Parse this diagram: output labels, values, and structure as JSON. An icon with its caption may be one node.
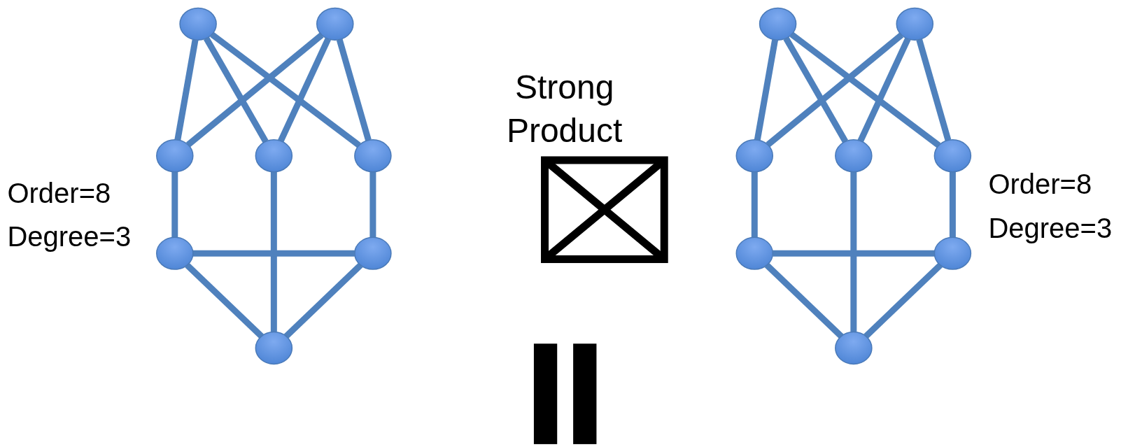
{
  "diagram": {
    "nodes": [
      {
        "text": [],
        "shape": "circle"
      },
      {
        "text": [],
        "shape": "circle"
      },
      {
        "text": [],
        "shape": "circle"
      },
      {
        "text": [],
        "shape": "circle"
      },
      {
        "text": [],
        "shape": "circle"
      },
      {
        "text": [],
        "shape": "circle"
      },
      {
        "text": [],
        "shape": "circle"
      },
      {
        "text": [],
        "shape": "circle"
      },
      {
        "text": [],
        "shape": "circle"
      },
      {
        "text": [],
        "shape": "circle"
      },
      {
        "text": [],
        "shape": "circle"
      },
      {
        "text": [],
        "shape": "circle"
      },
      {
        "text": [],
        "shape": "circle"
      },
      {
        "text": [],
        "shape": "circle"
      },
      {
        "text": [],
        "shape": "circle"
      },
      {
        "text": [],
        "shape": "circle"
      }
    ],
    "edges": [
      {
        "from": 0,
        "to": 2,
        "arrow": "none"
      },
      {
        "from": 0,
        "to": 3,
        "arrow": "none"
      },
      {
        "from": 0,
        "to": 4,
        "arrow": "none"
      },
      {
        "from": 1,
        "to": 2,
        "arrow": "none"
      },
      {
        "from": 1,
        "to": 3,
        "arrow": "none"
      },
      {
        "from": 1,
        "to": 4,
        "arrow": "none"
      },
      {
        "from": 2,
        "to": 5,
        "arrow": "none"
      },
      {
        "from": 3,
        "to": 7,
        "arrow": "none"
      },
      {
        "from": 4,
        "to": 6,
        "arrow": "none"
      },
      {
        "from": 5,
        "to": 6,
        "arrow": "none"
      },
      {
        "from": 5,
        "to": 7,
        "arrow": "none"
      },
      {
        "from": 6,
        "to": 7,
        "arrow": "none"
      },
      {
        "from": 8,
        "to": 10,
        "arrow": "none"
      },
      {
        "from": 8,
        "to": 11,
        "arrow": "none"
      },
      {
        "from": 8,
        "to": 12,
        "arrow": "none"
      },
      {
        "from": 9,
        "to": 10,
        "arrow": "none"
      },
      {
        "from": 9,
        "to": 11,
        "arrow": "none"
      },
      {
        "from": 9,
        "to": 12,
        "arrow": "none"
      },
      {
        "from": 10,
        "to": 13,
        "arrow": "none"
      },
      {
        "from": 11,
        "to": 15,
        "arrow": "none"
      },
      {
        "from": 12,
        "to": 14,
        "arrow": "none"
      },
      {
        "from": 13,
        "to": 14,
        "arrow": "none"
      },
      {
        "from": 13,
        "to": 15,
        "arrow": "none"
      },
      {
        "from": 14,
        "to": 15,
        "arrow": "none"
      }
    ],
    "labels": [
      "Strong Product",
      "Order=8",
      "Degree=3",
      "Order=8",
      "Degree=3"
    ]
  }
}
